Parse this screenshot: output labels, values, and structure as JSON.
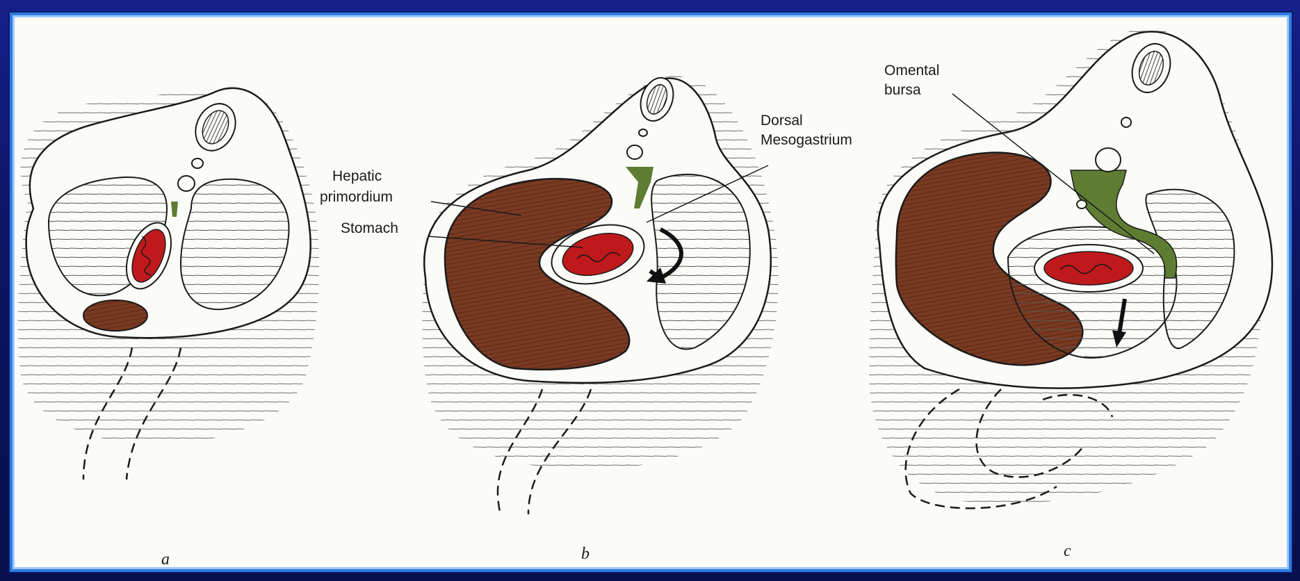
{
  "labels": {
    "hepatic_1": "Hepatic",
    "hepatic_2": "primordium",
    "stomach": "Stomach",
    "dorsal_1": "Dorsal",
    "dorsal_2": "Mesogastrium",
    "omental_1": "Omental",
    "omental_2": "bursa"
  },
  "captions": {
    "a": "a",
    "b": "b",
    "c": "c"
  },
  "colors": {
    "frame": "#0b1460",
    "border": "#2f7de0",
    "background": "#fbfbf7",
    "liver": "#7a3a22",
    "stomach": "#c0191b",
    "mesogastrium": "#5e7d32",
    "ink": "#1a1a1a"
  }
}
